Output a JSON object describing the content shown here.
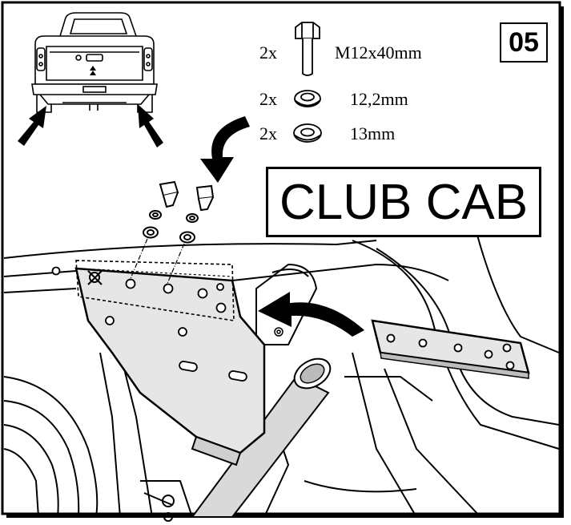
{
  "step_number": "05",
  "model_label": "CLUB CAB",
  "parts": [
    {
      "qty": "2x",
      "icon": "bolt-icon",
      "spec": "M12x40mm"
    },
    {
      "qty": "2x",
      "icon": "spring-washer-icon",
      "spec": "12,2mm"
    },
    {
      "qty": "2x",
      "icon": "flat-washer-icon",
      "spec": "13mm"
    }
  ],
  "colors": {
    "line": "#000000",
    "fill": "#ffffff",
    "plate": "#e6e6e6",
    "tube": "#d9d9d9"
  }
}
